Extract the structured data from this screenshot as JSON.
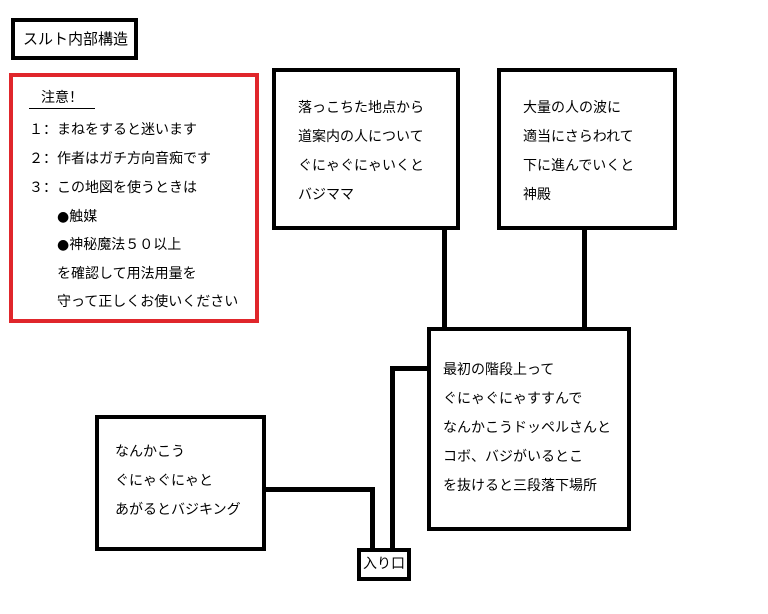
{
  "title": "スルト内部構造",
  "note": {
    "heading": "注意！",
    "lines": [
      "１：まねをすると迷います",
      "２：作者はガチ方向音痴です",
      "３：この地図を使うときは",
      "●触媒",
      "●神秘魔法５０以上",
      "を確認して用法用量を",
      "守って正しくお使いください"
    ]
  },
  "boxes": {
    "fall_point": [
      "落っこちた地点から",
      "道案内の人について",
      "ぐにゃぐにゃいくと",
      "バジママ"
    ],
    "temple": [
      "大量の人の波に",
      "適当にさらわれて",
      "下に進んでいくと",
      "神殿"
    ],
    "stairs": [
      "最初の階段上って",
      "ぐにゃぐにゃすすんで",
      "なんかこうドッペルさんと",
      "コボ、バジがいるとこ",
      "を抜けると三段落下場所"
    ],
    "king": [
      "なんかこう",
      "ぐにゃぐにゃと",
      "あがるとバジキング"
    ]
  },
  "entrance": "入り口"
}
